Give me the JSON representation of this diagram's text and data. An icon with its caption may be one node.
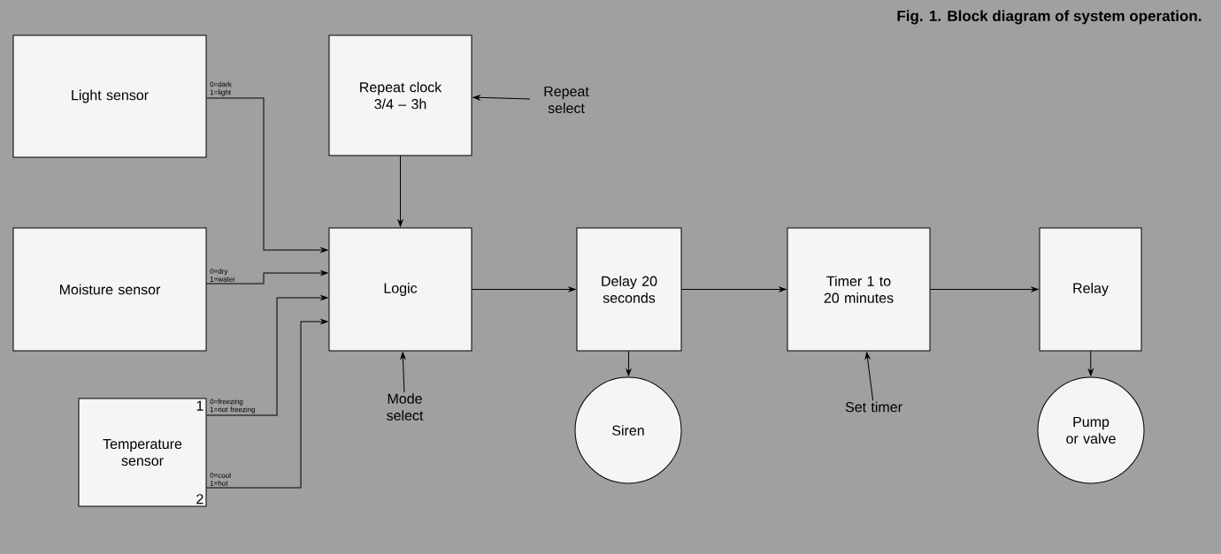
{
  "diagram": {
    "title": "Fig. 1. Block diagram of system operation.",
    "nodes": [
      {
        "text": [
          "Light sensor"
        ]
      },
      {
        "text": [
          "Moisture sensor"
        ]
      },
      {
        "text": [
          "Temperature sensor",
          "1",
          "2"
        ]
      },
      {
        "text": [
          "Repeat clock 3/4 – 3h"
        ]
      },
      {
        "text": [
          "Repeat select"
        ]
      },
      {
        "text": [
          "Logic"
        ]
      },
      {
        "text": [
          "Mode select"
        ]
      },
      {
        "text": [
          "Delay 20 seconds"
        ]
      },
      {
        "text": [
          "Siren"
        ]
      },
      {
        "text": [
          "Timer 1 to 20 minutes"
        ]
      },
      {
        "text": [
          "Set timer"
        ]
      },
      {
        "text": [
          "Relay"
        ]
      },
      {
        "text": [
          "Pump or valve"
        ]
      }
    ],
    "edges": [
      {
        "from": 0,
        "to": 5,
        "arrow": "to",
        "label": "0=dark 1=light"
      },
      {
        "from": 1,
        "to": 5,
        "arrow": "to",
        "label": "0=dry 1=water"
      },
      {
        "from": 2,
        "to": 5,
        "arrow": "to",
        "label": "0=freezing 1=not freezing"
      },
      {
        "from": 2,
        "to": 5,
        "arrow": "to",
        "label": "0=cool 1=hot"
      },
      {
        "from": 4,
        "to": 3,
        "arrow": "to"
      },
      {
        "from": 3,
        "to": 5,
        "arrow": "to"
      },
      {
        "from": 6,
        "to": 5,
        "arrow": "to"
      },
      {
        "from": 5,
        "to": 7,
        "arrow": "to"
      },
      {
        "from": 7,
        "to": 8,
        "arrow": "to"
      },
      {
        "from": 7,
        "to": 9,
        "arrow": "to"
      },
      {
        "from": 10,
        "to": 9,
        "arrow": "to"
      },
      {
        "from": 9,
        "to": 11,
        "arrow": "to"
      },
      {
        "from": 11,
        "to": 12,
        "arrow": "to"
      }
    ]
  }
}
